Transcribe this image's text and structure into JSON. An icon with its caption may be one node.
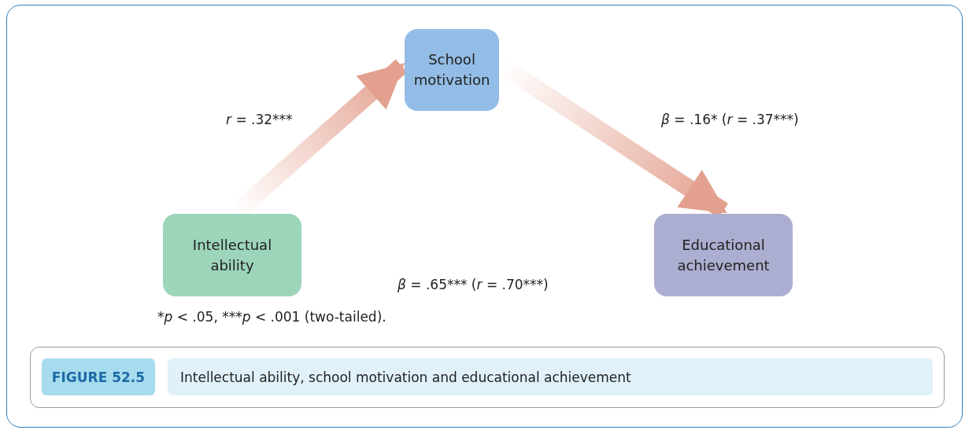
{
  "diagram": {
    "caption": "Intellectual ability, school motivation and educational achievement",
    "nodes": [
      {
        "text": [
          "Intellectual ability"
        ]
      },
      {
        "text": [
          "School motivation"
        ]
      },
      {
        "text": [
          "Educational achievement"
        ]
      }
    ],
    "edges": [
      {
        "from": 0,
        "to": 1,
        "arrow": "to",
        "label": "r = .32***"
      },
      {
        "from": 1,
        "to": 2,
        "arrow": "to",
        "label": "β = .16* (r = .37***)"
      }
    ],
    "labels": [
      "β = .65*** (r = .70***)",
      "*p < .05, ***p < .001 (two-tailed).",
      "FIGURE 52.5"
    ]
  }
}
